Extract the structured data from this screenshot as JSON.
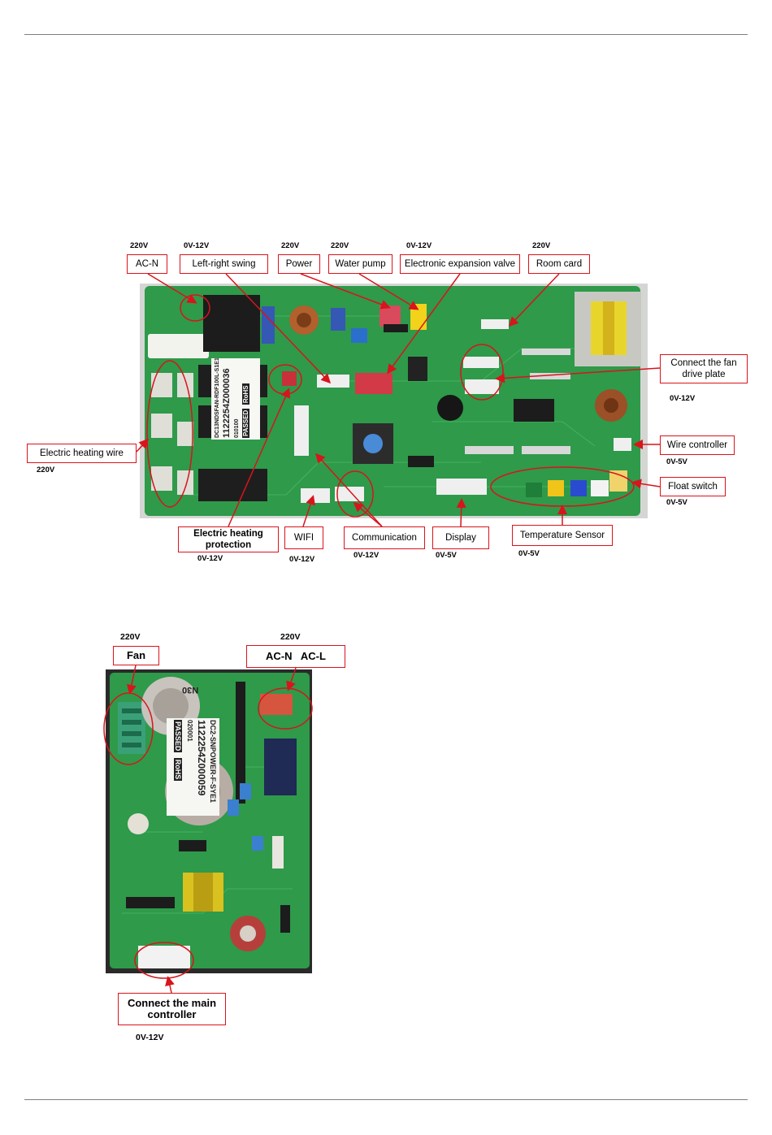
{
  "main_board": {
    "callouts": {
      "ac_n": "AC-N",
      "left_right_swing": "Left-right swing",
      "power": "Power",
      "water_pump": "Water pump",
      "electronic_expansion_valve": "Electronic expansion valve",
      "room_card": "Room card",
      "connect_fan_drive_plate": "Connect the fan drive plate",
      "wire_controller": "Wire controller",
      "float_switch": "Float switch",
      "electric_heating_wire": "Electric heating wire",
      "electric_heating_protection": "Electric heating protection",
      "wifi": "WIFI",
      "communication": "Communication",
      "display": "Display",
      "temperature_sensor": "Temperature Sensor"
    },
    "voltages": {
      "ac_n": "220V",
      "left_right_swing": "0V-12V",
      "power": "220V",
      "water_pump": "220V",
      "electronic_expansion_valve": "0V-12V",
      "room_card": "220V",
      "connect_fan_drive_plate": "0V-12V",
      "wire_controller": "0V-5V",
      "float_switch": "0V-5V",
      "electric_heating_wire": "220V",
      "electric_heating_protection": "0V-12V",
      "wifi": "0V-12V",
      "communication": "0V-12V",
      "display": "0V-5V",
      "temperature_sensor": "0V-5V"
    },
    "label_sticker": {
      "line1": "DC13NDSFAN-RDF100L-S1E1",
      "line2": "1122254Z000036",
      "line3": "010100",
      "badge1": "PASSED",
      "badge2": "RoHS"
    }
  },
  "power_board": {
    "callouts": {
      "fan": "Fan",
      "ac": "AC-N   AC-L",
      "connect_main_controller": "Connect the main controller"
    },
    "voltages": {
      "fan": "220V",
      "ac": "220V",
      "connect_main_controller": "0V-12V"
    },
    "label_sticker": {
      "line1": "DC2-SNPOWER-F-SYE1",
      "line2": "1122254Z000059",
      "line3": "020001",
      "badge1": "PASSED",
      "badge2": "RoHS",
      "cap_mark": "N30"
    }
  },
  "colors": {
    "callout_border": "#d9141c",
    "pcb_green": "#2e9a4a",
    "rule": "#7f7f7f"
  }
}
